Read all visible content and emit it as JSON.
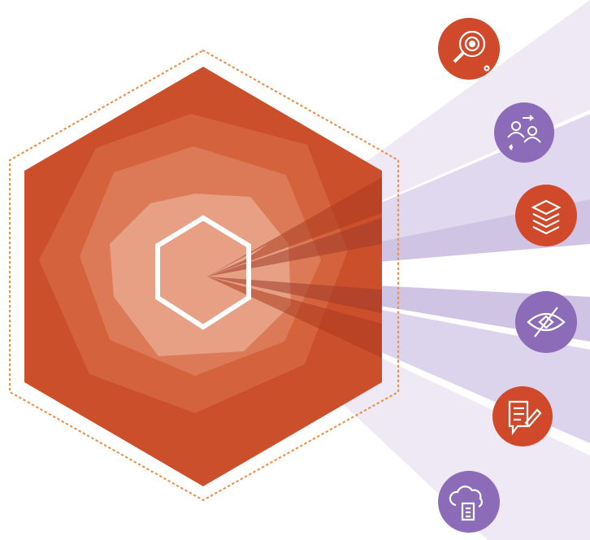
{
  "palette": {
    "outer_hex": "#cc4f2b",
    "ring_1": "#d3633e",
    "ring_2": "#dc7f5e",
    "ring_3": "#e7a388",
    "ring_4": "#f1c7b3",
    "center_outline": "#ffffff",
    "dotted_border": "#e8944f",
    "beam_light": "#e4dff0",
    "beam_mid": "#c9bfe0",
    "beam_dark": "#b03a22",
    "orange_circle": "#d0492a",
    "purple_circle": "#8c6cb8",
    "icon_line": "#ffffff"
  },
  "icons": [
    {
      "name": "target-search-icon",
      "color": "orange"
    },
    {
      "name": "people-exchange-icon",
      "color": "purple"
    },
    {
      "name": "layers-stack-icon",
      "color": "orange"
    },
    {
      "name": "hidden-eye-icon",
      "color": "purple"
    },
    {
      "name": "document-edit-icon",
      "color": "orange"
    },
    {
      "name": "cloud-document-icon",
      "color": "purple"
    }
  ]
}
